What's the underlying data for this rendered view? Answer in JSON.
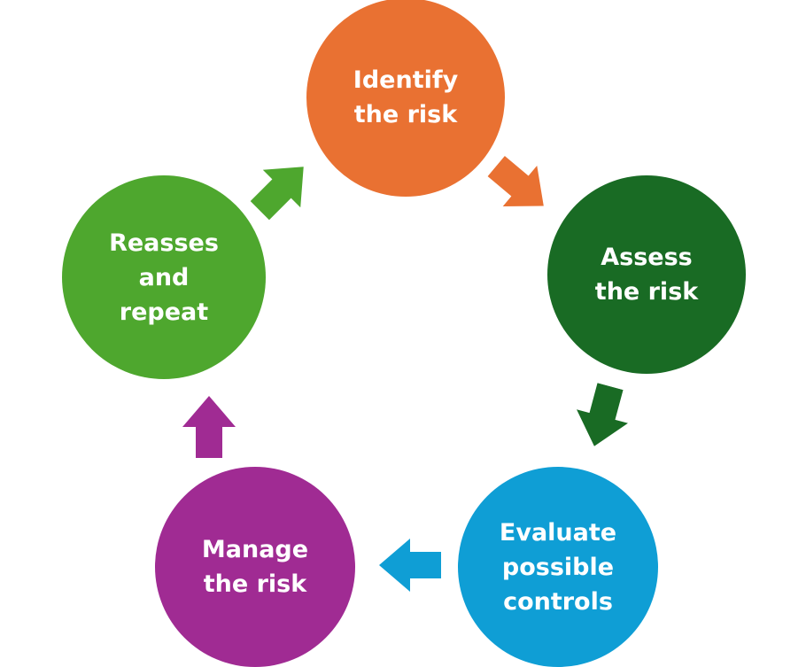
{
  "steps": [
    {
      "label": "Identify\nthe risk",
      "color": "#E97132"
    },
    {
      "label": "Assess\nthe risk",
      "color": "#196B24"
    },
    {
      "label": "Evaluate\npossible\ncontrols",
      "color": "#0F9ED5"
    },
    {
      "label": "Manage\nthe risk",
      "color": "#A02B93"
    },
    {
      "label": "Reasses\nand\nrepeat",
      "color": "#4EA72E"
    }
  ]
}
